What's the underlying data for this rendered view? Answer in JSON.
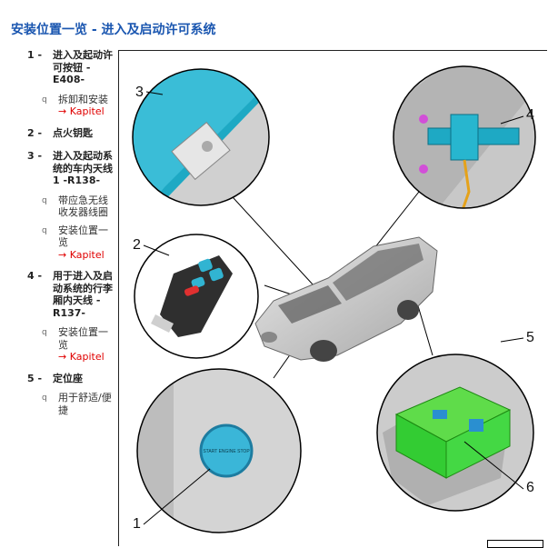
{
  "title": "安装位置一览 - 进入及启动许可系统",
  "legend": [
    {
      "num": "1",
      "text": "进入及起动许可按钮 -E408-",
      "subs": [
        {
          "text": "拆卸和安装",
          "link": "→ Kapitel"
        }
      ]
    },
    {
      "num": "2",
      "text": "点火钥匙",
      "subs": []
    },
    {
      "num": "3",
      "text": "进入及起动系统的车内天线 1 -R138-",
      "subs": [
        {
          "text": "带应急无线收发器线圈",
          "link": ""
        },
        {
          "text": "安装位置一览",
          "link": "→ Kapitel"
        }
      ]
    },
    {
      "num": "4",
      "text": "用于进入及启动系统的行李厢内天线 -R137-",
      "subs": [
        {
          "text": "安装位置一览",
          "link": "→ Kapitel"
        }
      ]
    },
    {
      "num": "5",
      "text": "定位座",
      "subs": [
        {
          "text": "用于舒适/便捷",
          "link": ""
        }
      ]
    }
  ],
  "callouts": {
    "c1": "1",
    "c2": "2",
    "c3": "3",
    "c4": "4",
    "c5": "5",
    "c6": "6"
  },
  "button_text": "START ENGINE STOP",
  "colors": {
    "title": "#1a56b0",
    "link": "#e00000",
    "module_green": "#33cc33",
    "antenna_cyan": "#1ea9c4"
  }
}
